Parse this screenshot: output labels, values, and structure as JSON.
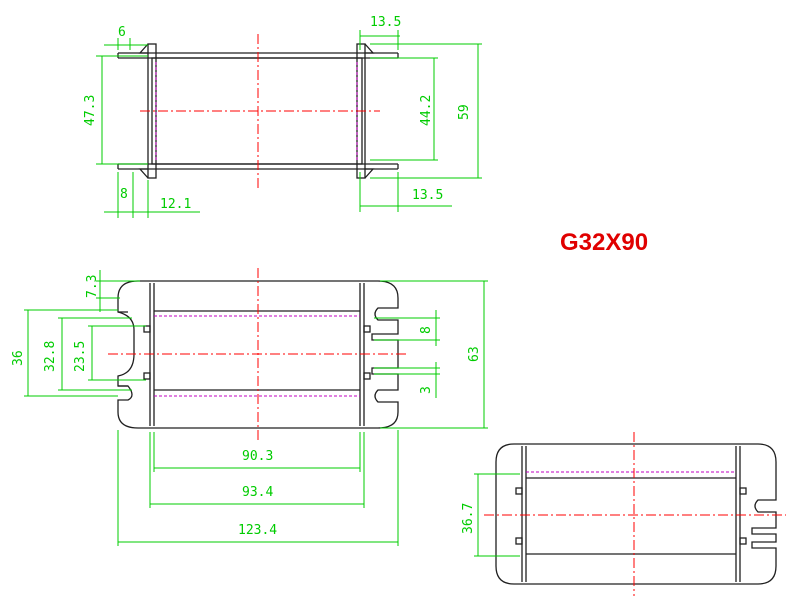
{
  "title": "G32X90",
  "colors": {
    "dimension": "#00cc00",
    "outline": "#202020",
    "centerline": "#ff0000",
    "hidden_line": "#c000c0",
    "title": "#e00000"
  },
  "top_view": {
    "dims": {
      "flange_thickness_top": "6",
      "flange_offset_top": "13.5",
      "inner_height": "47.3",
      "inner_height_right": "44.2",
      "overall_height": "59",
      "pin_width": "8",
      "flange_gap": "12.1",
      "flange_offset_bottom": "13.5"
    }
  },
  "front_view": {
    "dims": {
      "slot_height": "7.3",
      "opening_36": "36",
      "opening_32_8": "32.8",
      "opening_23_5": "23.5",
      "slot_8": "8",
      "overall_height": "63",
      "slot_3": "3",
      "width_90_3": "90.3",
      "width_93_4": "93.4",
      "overall_width": "123.4"
    }
  },
  "side_view": {
    "dims": {
      "height_36_7": "36.7"
    }
  }
}
